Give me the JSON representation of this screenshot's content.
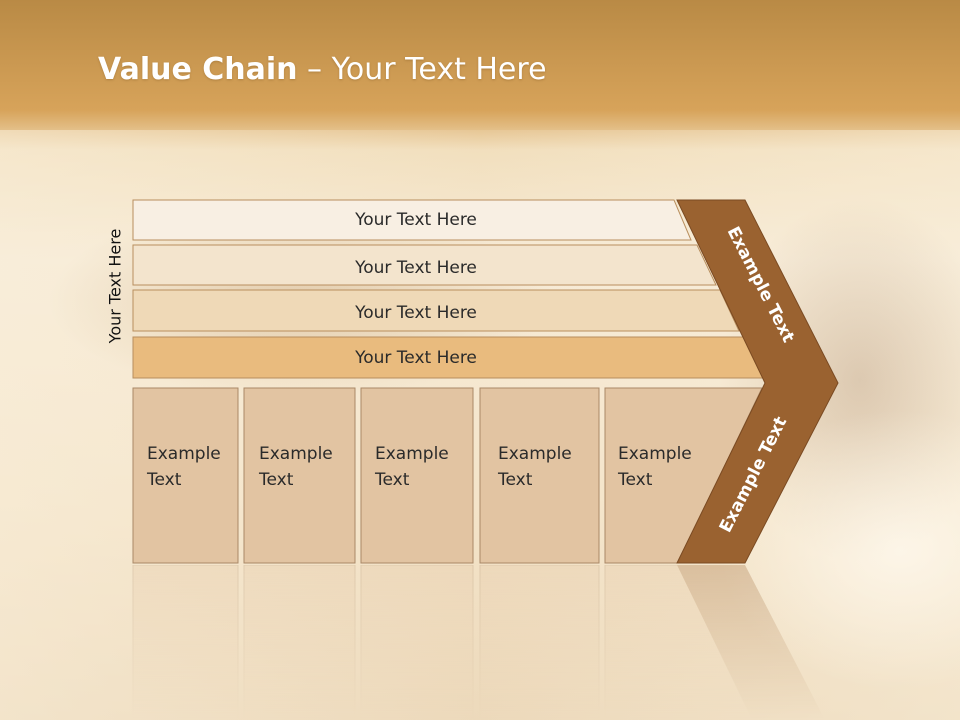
{
  "slide": {
    "title_bold": "Value Chain",
    "title_rest": " – Your Text Here",
    "side_label": "Your Text Here"
  },
  "support_bars": [
    {
      "label": "Your Text Here"
    },
    {
      "label": "Your Text Here"
    },
    {
      "label": "Your Text Here"
    },
    {
      "label": "Your Text Here"
    }
  ],
  "primary_blocks": [
    {
      "line1": "Example",
      "line2": "Text"
    },
    {
      "line1": "Example",
      "line2": "Text"
    },
    {
      "line1": "Example",
      "line2": "Text"
    },
    {
      "line1": "Example",
      "line2": "Text"
    },
    {
      "line1": "Example",
      "line2": "Text"
    }
  ],
  "arrow": {
    "upper_label": "Example Text",
    "lower_label": "Example Text"
  },
  "colors": {
    "arrow_fill": "#9a6230",
    "block_fill": "#e2c4a2",
    "bar_fills": [
      "#f8efe3",
      "#f3e4cd",
      "#efd9b7",
      "#e9bb7e"
    ]
  }
}
